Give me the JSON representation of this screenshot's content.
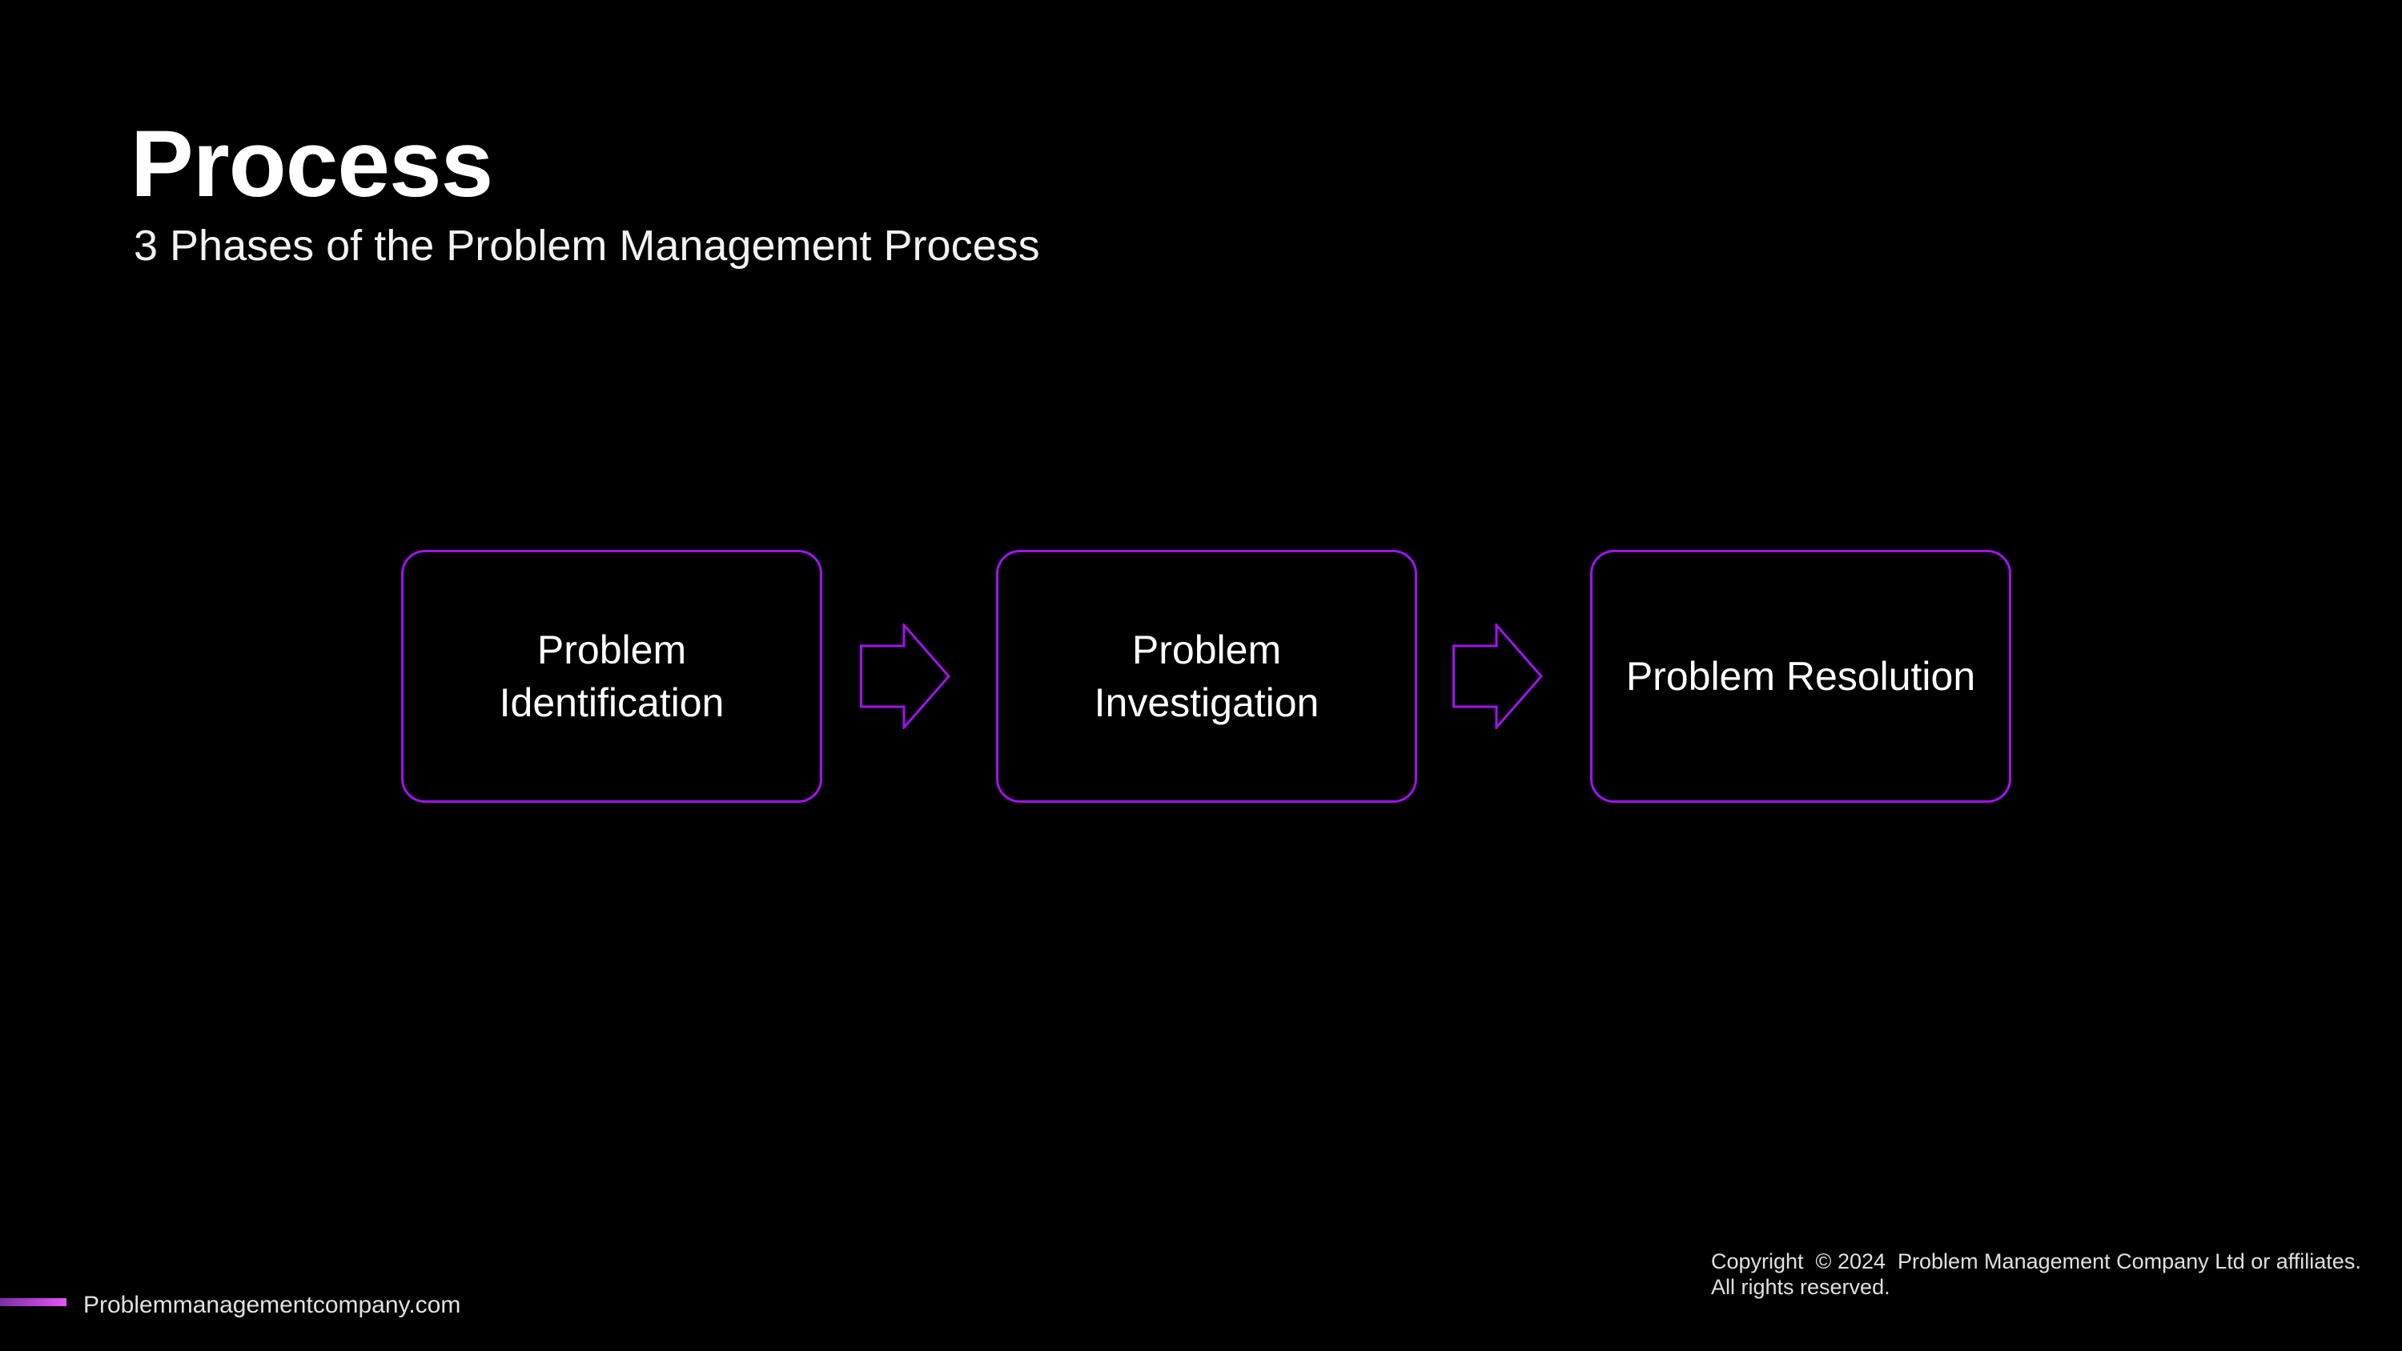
{
  "colors": {
    "background": "#000000",
    "accent_purple": "#a112f0",
    "footer_bar_gradient_left": "#7b2fa8",
    "footer_bar_gradient_right": "#e656f2",
    "text_primary": "#ffffff",
    "text_footer": "#e0e0e0"
  },
  "slide": {
    "title": "Process",
    "subtitle": "3 Phases of the Problem Management Process"
  },
  "phases": [
    {
      "label": "Problem Identification",
      "lines": [
        "Problem",
        "Identification"
      ]
    },
    {
      "label": "Problem Investigation",
      "lines": [
        "Problem",
        "Investigation"
      ]
    },
    {
      "label": "Problem Resolution",
      "lines": [
        "Problem Resolution"
      ]
    }
  ],
  "footer": {
    "website": "Problemmanagementcompany.com",
    "copyright_line1": "Copyright  © 2024  Problem Management Company Ltd or affiliates.",
    "copyright_line2": "All rights reserved."
  }
}
